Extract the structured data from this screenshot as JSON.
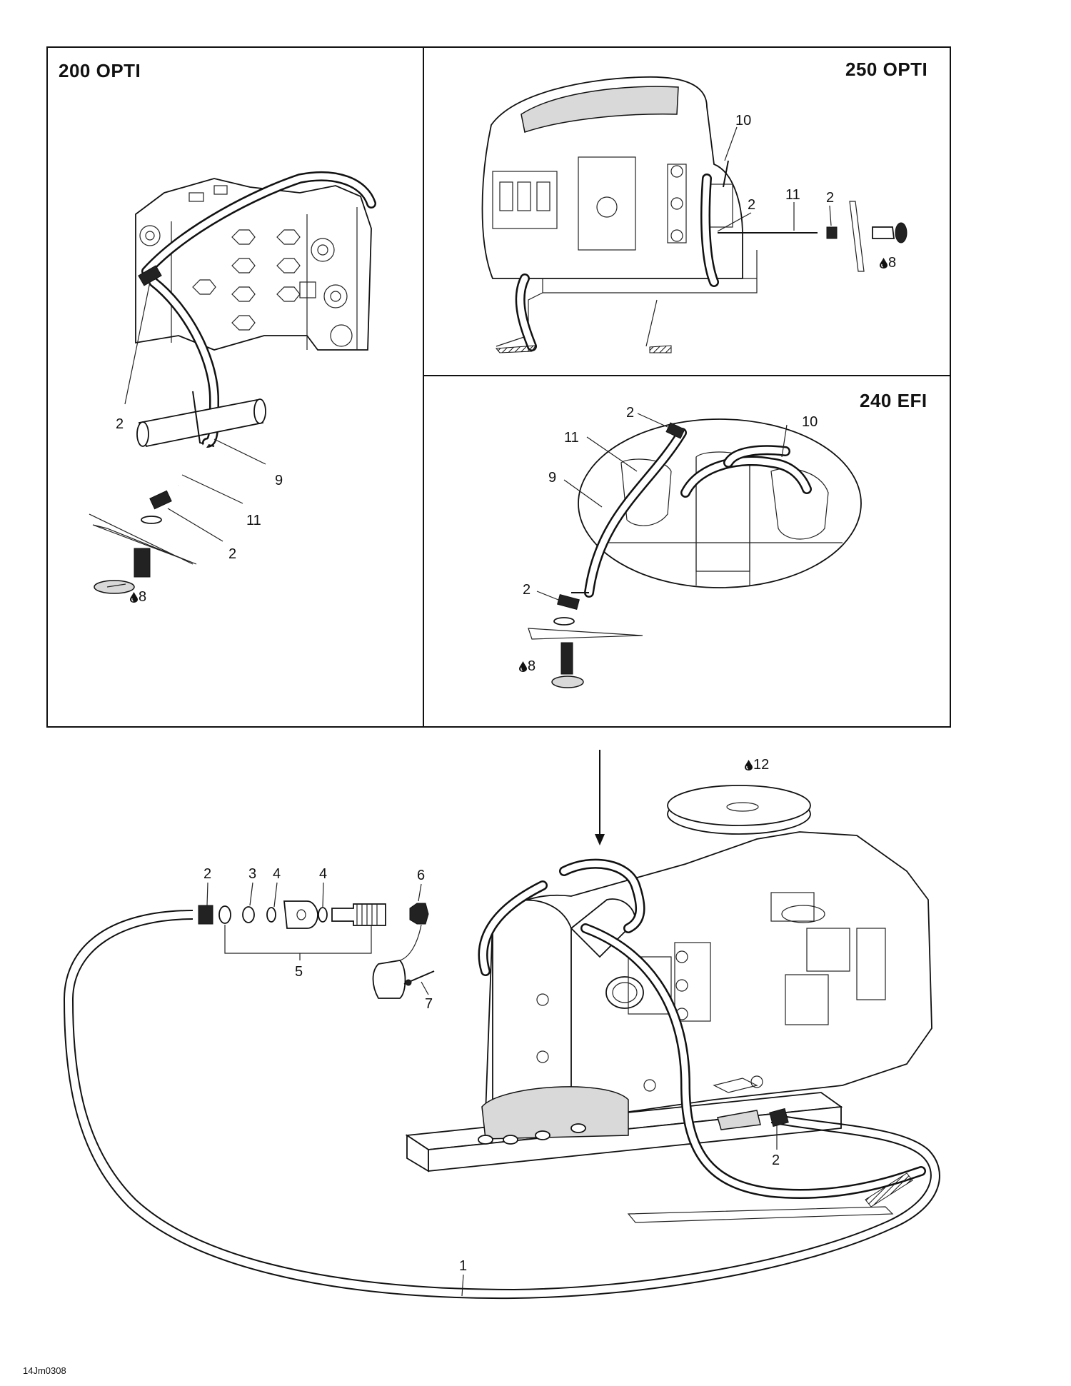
{
  "panels": {
    "opti200": {
      "title": "200 OPTI"
    },
    "opti250": {
      "title": "250 OPTI"
    },
    "efi240": {
      "title": "240 EFI"
    }
  },
  "callouts": {
    "p200_2a": "2",
    "p200_9": "9",
    "p200_11": "11",
    "p200_2b": "2",
    "p200_8": "8",
    "p250_10": "10",
    "p250_11": "11",
    "p250_2a": "2",
    "p250_2b": "2",
    "p250_8": "8",
    "p240_2a": "2",
    "p240_11": "11",
    "p240_10": "10",
    "p240_9": "9",
    "p240_2b": "2",
    "p240_8": "8",
    "main_12": "12",
    "main_2a": "2",
    "main_3": "3",
    "main_4a": "4",
    "main_4b": "4",
    "main_6": "6",
    "main_5": "5",
    "main_7": "7",
    "main_2b": "2",
    "main_1": "1"
  },
  "reference_code": "14Jm0308",
  "icons": {
    "lubricant": "oil-drop-icon"
  }
}
